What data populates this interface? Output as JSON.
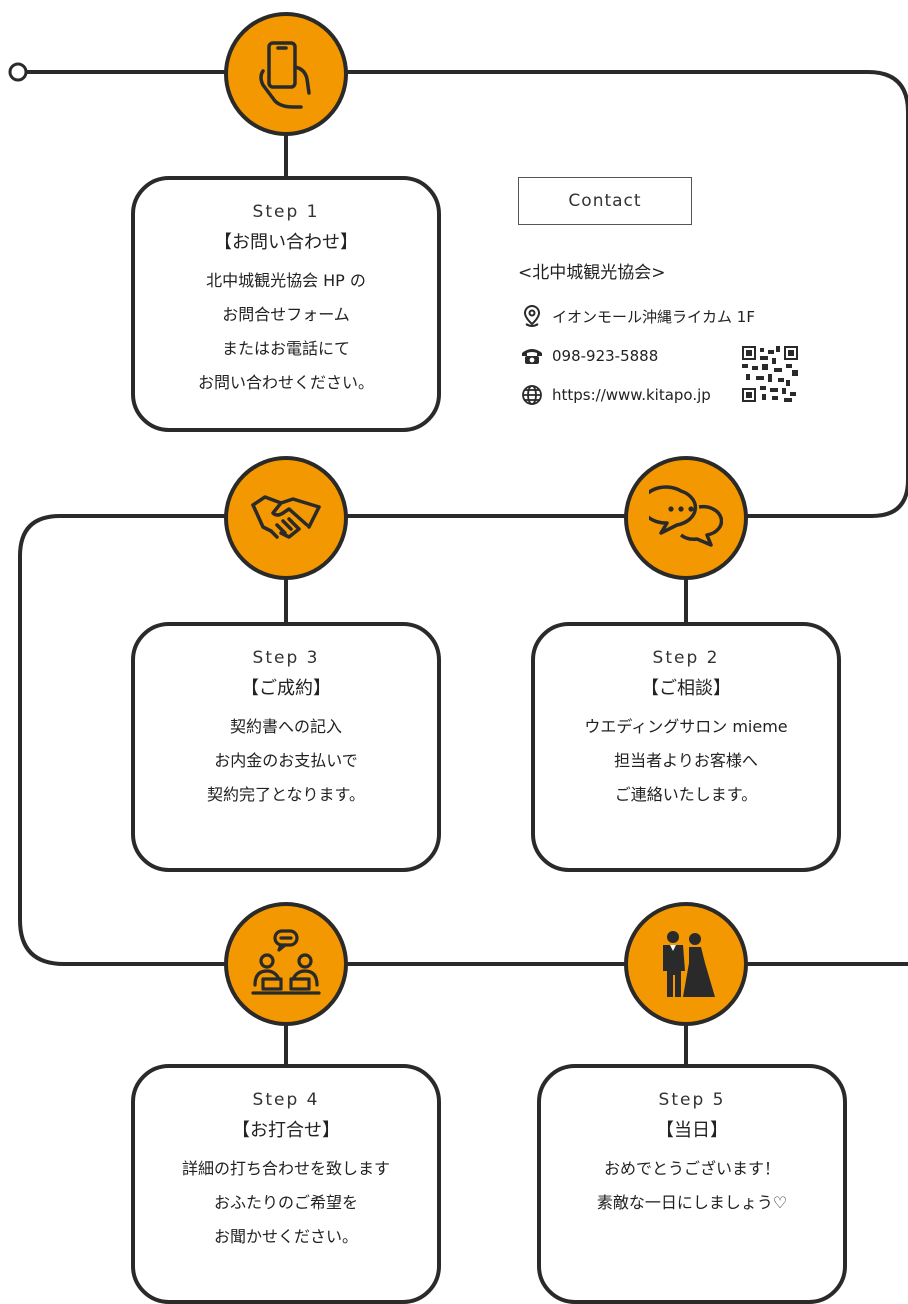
{
  "steps": [
    {
      "number": "Step 1",
      "title": "【お問い合わせ】",
      "lines": [
        "北中城観光協会 HP の",
        "お問合せフォーム",
        "またはお電話にて",
        "お問い合わせください。"
      ],
      "icon": "phone-hand-icon"
    },
    {
      "number": "Step 2",
      "title": "【ご相談】",
      "lines": [
        "ウエディングサロン mieme",
        "担当者よりお客様へ",
        "ご連絡いたします。"
      ],
      "icon": "chat-bubbles-icon"
    },
    {
      "number": "Step 3",
      "title": "【ご成約】",
      "lines": [
        "契約書への記入",
        "お内金のお支払いで",
        "契約完了となります。"
      ],
      "icon": "handshake-icon"
    },
    {
      "number": "Step 4",
      "title": "【お打合せ】",
      "lines": [
        "詳細の打ち合わせを致します",
        "おふたりのご希望を",
        "お聞かせください。"
      ],
      "icon": "meeting-icon"
    },
    {
      "number": "Step 5",
      "title": "【当日】",
      "lines": [
        "おめでとうございます！",
        "素敵な一日にしましょう♡"
      ],
      "icon": "wedding-couple-icon"
    }
  ],
  "contact": {
    "button_label": "Contact",
    "organization": "<北中城観光協会>",
    "address": "イオンモール沖縄ライカム 1F",
    "phone": "098-923-5888",
    "website": "https://www.kitapo.jp"
  },
  "colors": {
    "accent": "#f39800",
    "line": "#2a2a2a"
  }
}
